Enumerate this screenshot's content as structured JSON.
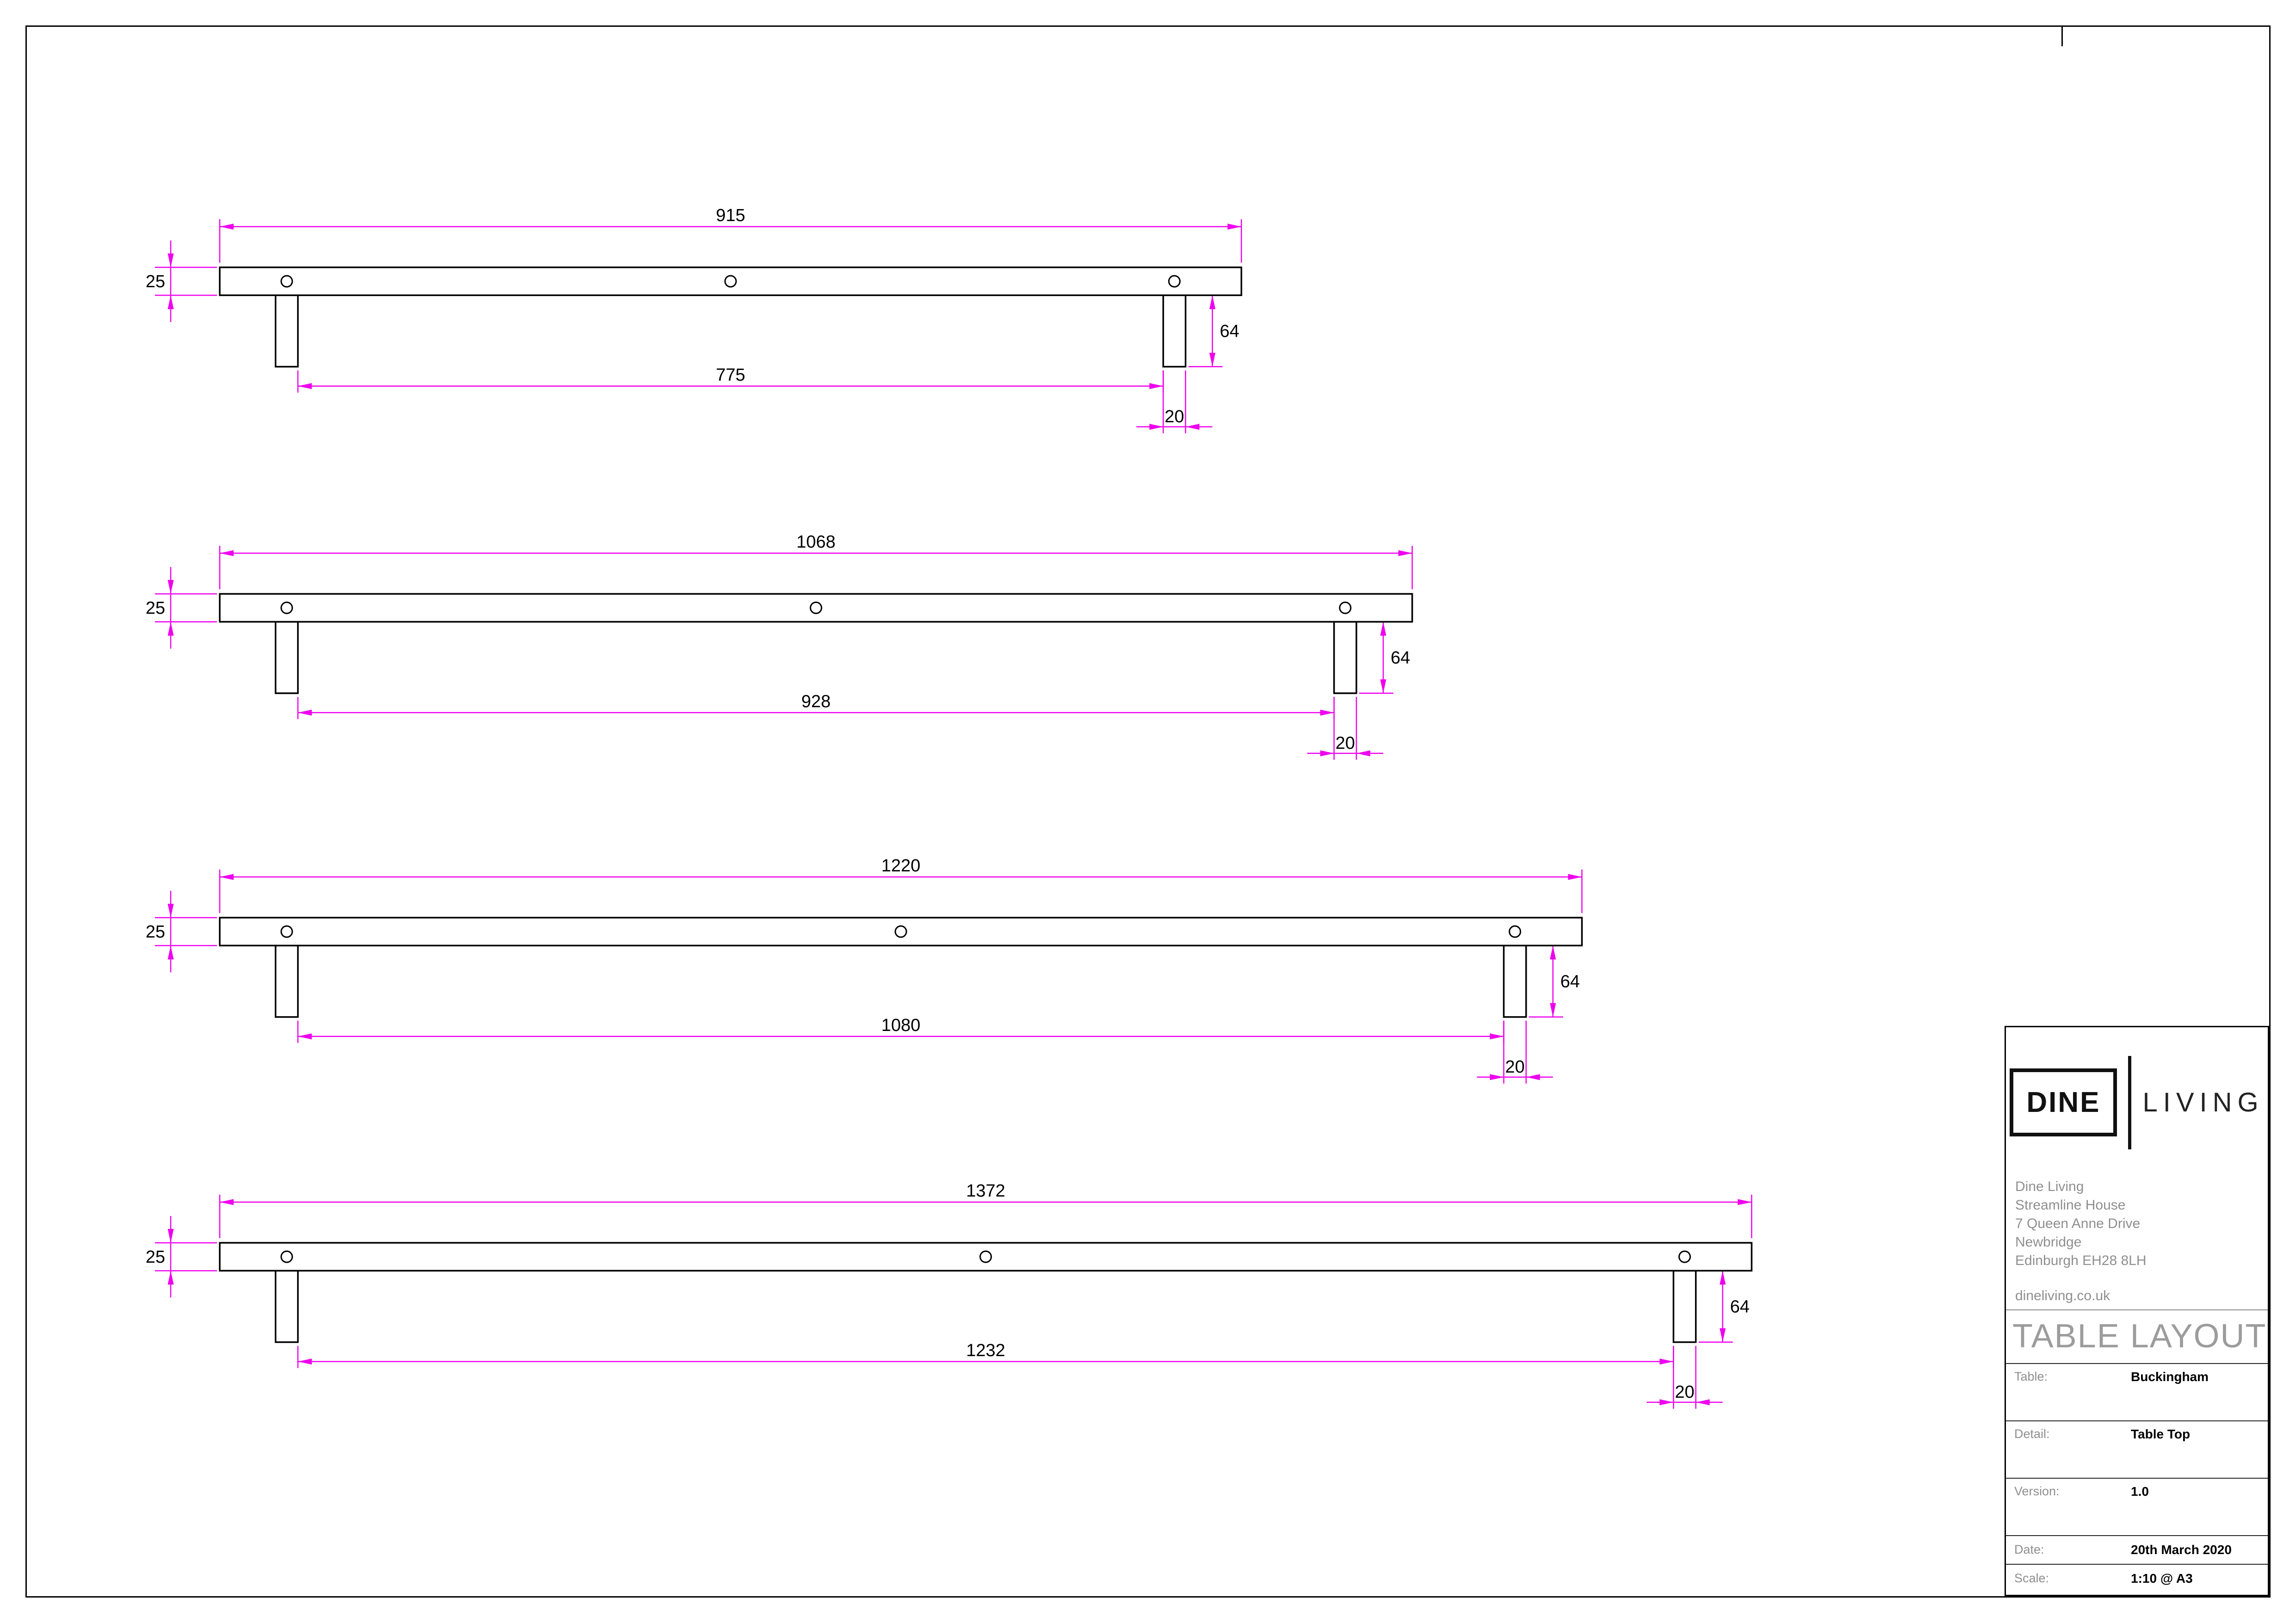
{
  "sheet": {
    "background": "#ffffff",
    "border_color": "#000000",
    "drawing_color": "#000000",
    "dimension_color": "#ee00ee",
    "text_color": "#000000"
  },
  "drawings": [
    {
      "name": "table-top-915",
      "top_length": 915,
      "bottom_span": 775,
      "thickness": 25,
      "leg_height": 64,
      "leg_width": 20
    },
    {
      "name": "table-top-1068",
      "top_length": 1068,
      "bottom_span": 928,
      "thickness": 25,
      "leg_height": 64,
      "leg_width": 20
    },
    {
      "name": "table-top-1220",
      "top_length": 1220,
      "bottom_span": 1080,
      "thickness": 25,
      "leg_height": 64,
      "leg_width": 20
    },
    {
      "name": "table-top-1372",
      "top_length": 1372,
      "bottom_span": 1232,
      "thickness": 25,
      "leg_height": 64,
      "leg_width": 20
    }
  ],
  "title_block": {
    "logo": {
      "primary": "DINE",
      "secondary": "LIVING"
    },
    "address_lines": [
      "Dine Living",
      "Streamline House",
      "7 Queen Anne Drive",
      "Newbridge",
      "Edinburgh EH28 8LH"
    ],
    "website": "dineliving.co.uk",
    "sheet_title": "TABLE LAYOUT",
    "fields": [
      {
        "label": "Table:",
        "value": "Buckingham"
      },
      {
        "label": "Detail:",
        "value": "Table Top"
      },
      {
        "label": "Version:",
        "value": "1.0"
      },
      {
        "label": "Date:",
        "value": "20th March 2020"
      },
      {
        "label": "Scale:",
        "value": "1:10 @ A3"
      }
    ]
  }
}
